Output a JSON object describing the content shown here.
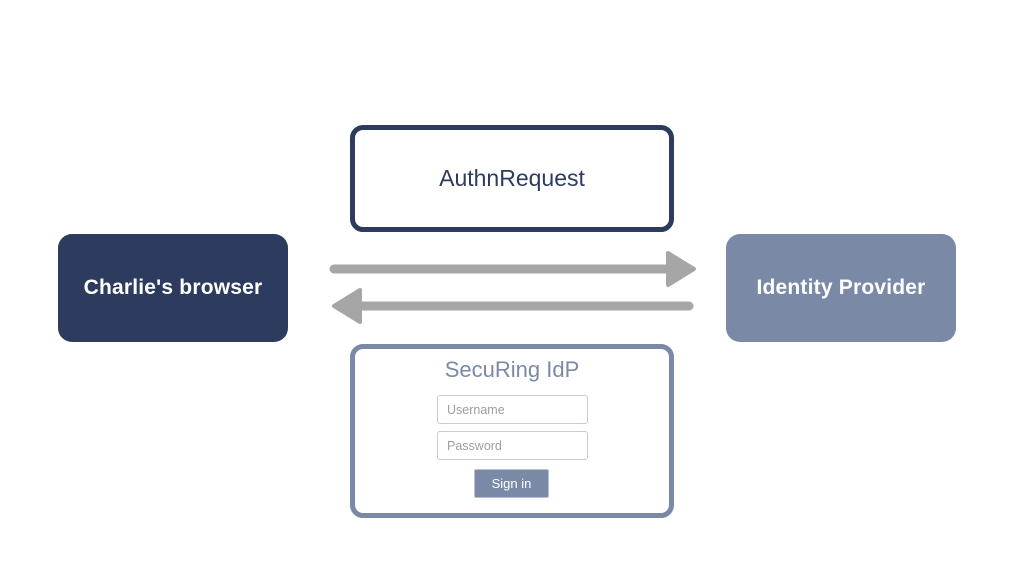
{
  "actors": {
    "browser": "Charlie's browser",
    "idp": "Identity Provider"
  },
  "request_message": "AuthnRequest",
  "login_form": {
    "title": "SecuRing IdP",
    "username_placeholder": "Username",
    "password_placeholder": "Password",
    "submit_label": "Sign in"
  },
  "colors": {
    "browser": "#2d3b5e",
    "idp": "#7a8aa6",
    "arrow": "#a6a6a6"
  }
}
